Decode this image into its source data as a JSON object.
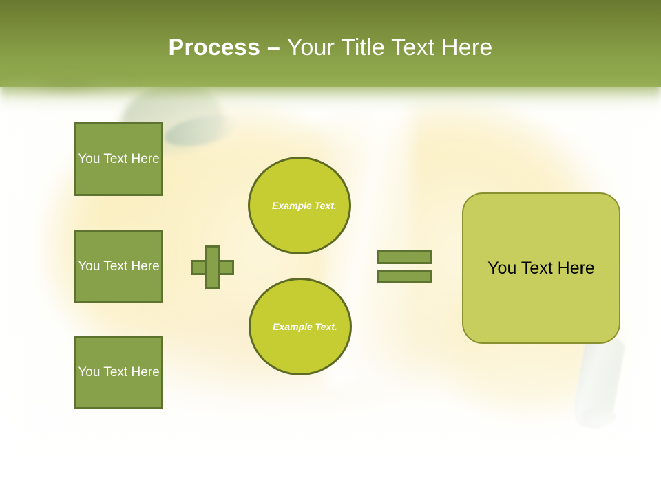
{
  "slide": {
    "title": {
      "bold_part": "Process",
      "dash": " – ",
      "rest": "Your Title Text Here",
      "full": "Process – Your Title Text Here"
    },
    "theme": {
      "header_gradient_top": "#69792f",
      "header_gradient_bottom": "#93ab51",
      "box_fill": "#87a04a",
      "box_border": "#5d7430",
      "circle_fill": "#c5cd33",
      "circle_border": "#5d6a23",
      "result_fill": "#c8ce5d",
      "result_border": "#8a9130",
      "background": "#fdfdf8",
      "title_color": "#ffffff",
      "box_text_color": "#ffffff",
      "result_text_color": "#000000"
    },
    "diagram": {
      "input_boxes": [
        {
          "label": "You Text Here"
        },
        {
          "label": "You Text Here"
        },
        {
          "label": "You Text Here"
        }
      ],
      "operators": [
        {
          "name": "plus",
          "glyph": "+"
        },
        {
          "name": "equals",
          "glyph": "="
        }
      ],
      "circles": [
        {
          "label": "Example Text."
        },
        {
          "label": "Example Text."
        }
      ],
      "result": {
        "label": "You Text Here"
      }
    }
  }
}
